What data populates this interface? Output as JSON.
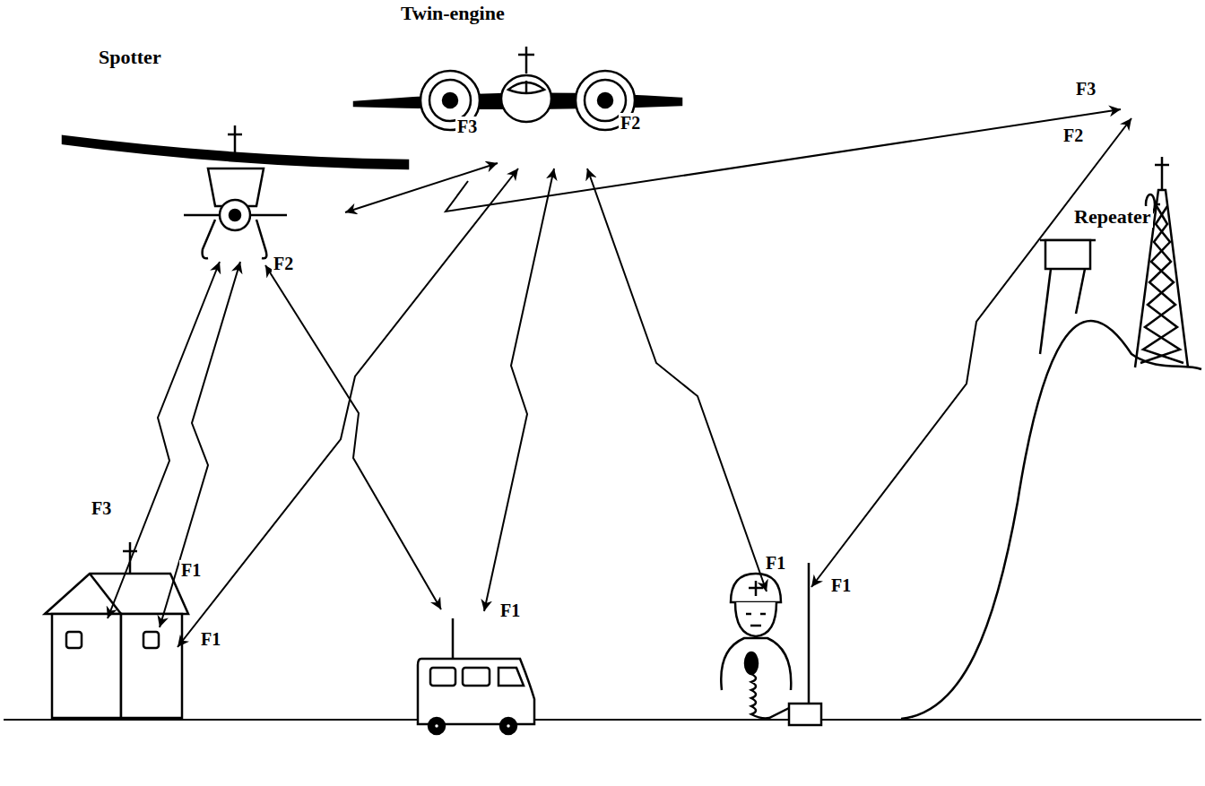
{
  "diagram": {
    "labels": [
      "Twin-engine",
      "Spotter",
      "F3",
      "F2",
      "F3",
      "F2",
      "F2",
      "Repeater",
      "F3",
      "F1",
      "F1",
      "F1",
      "F1",
      "F1"
    ]
  }
}
